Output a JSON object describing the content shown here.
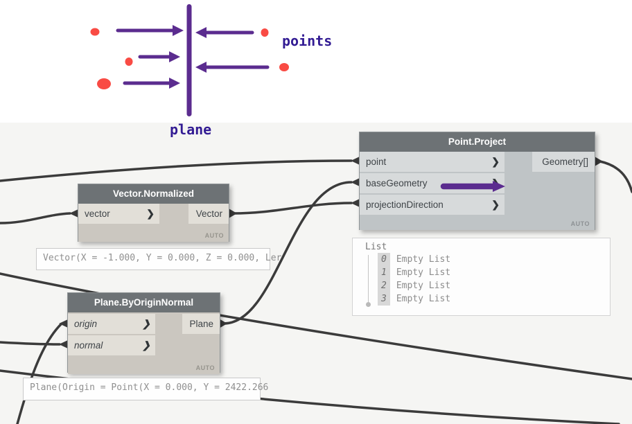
{
  "sketch": {
    "points_label": "points",
    "plane_label": "plane"
  },
  "icons": {
    "port_chevron": "❯"
  },
  "nodes": {
    "point_project": {
      "title": "Point.Project",
      "inputs": [
        "point",
        "baseGeometry",
        "projectionDirection"
      ],
      "output": "Geometry[]",
      "lacing": "AUTO"
    },
    "vector_normalized": {
      "title": "Vector.Normalized",
      "input": "vector",
      "output": "Vector",
      "lacing": "AUTO"
    },
    "plane_by_origin_normal": {
      "title": "Plane.ByOriginNormal",
      "inputs": [
        "origin",
        "normal"
      ],
      "output": "Plane",
      "lacing": "AUTO"
    }
  },
  "previews": {
    "vector_value": "Vector(X = -1.000, Y = 0.000, Z = 0.000, Ler",
    "plane_value": "Plane(Origin = Point(X = 0.000, Y = 2422.266",
    "list": {
      "root": "List",
      "items": [
        {
          "index": "0",
          "value": "Empty List"
        },
        {
          "index": "1",
          "value": "Empty List"
        },
        {
          "index": "2",
          "value": "Empty List"
        },
        {
          "index": "3",
          "value": "Empty List"
        }
      ]
    }
  },
  "colors": {
    "annotation_purple": "#5b2c8f",
    "sketch_red": "#f94b44",
    "label_indigo": "#321b93",
    "wire": "#3b3b3b",
    "node_header": "#6d7275",
    "canvas": "#f5f5f3",
    "sketch_background": "#ffffff"
  }
}
